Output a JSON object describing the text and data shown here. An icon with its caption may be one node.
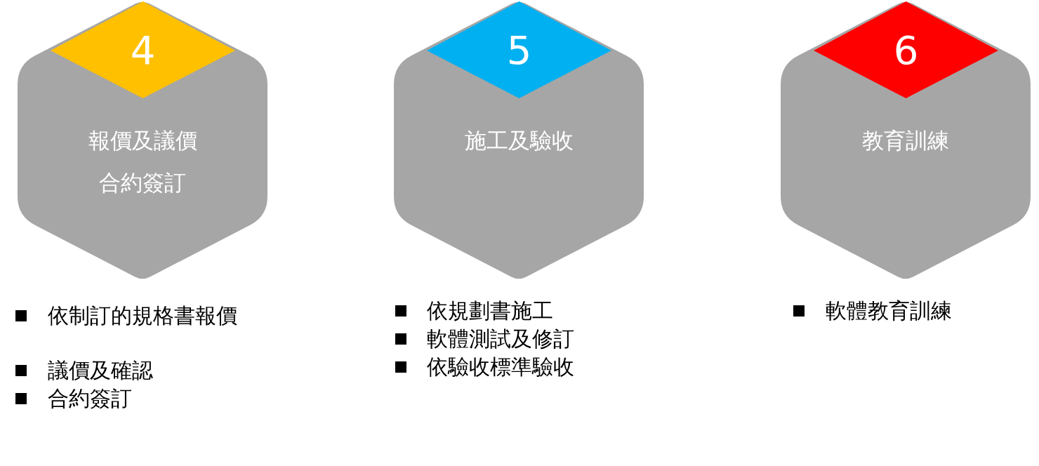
{
  "diagram": {
    "nodes": [
      {
        "text": [
          "報價及議價",
          "合約簽訂"
        ]
      },
      {
        "text": [
          "4"
        ],
        "in": 0
      },
      {
        "text": [
          "施工及驗收"
        ]
      },
      {
        "text": [
          "5"
        ],
        "in": 2
      },
      {
        "text": [
          "教育訓練"
        ]
      },
      {
        "text": [
          "6"
        ],
        "in": 4
      }
    ],
    "edges": [],
    "labels": [
      "依制訂的規格書報價",
      "議價及確認",
      "合約簽訂",
      "依規劃書施工",
      "軟體測試及修訂",
      "依驗收標準驗收",
      "軟體教育訓練"
    ]
  }
}
